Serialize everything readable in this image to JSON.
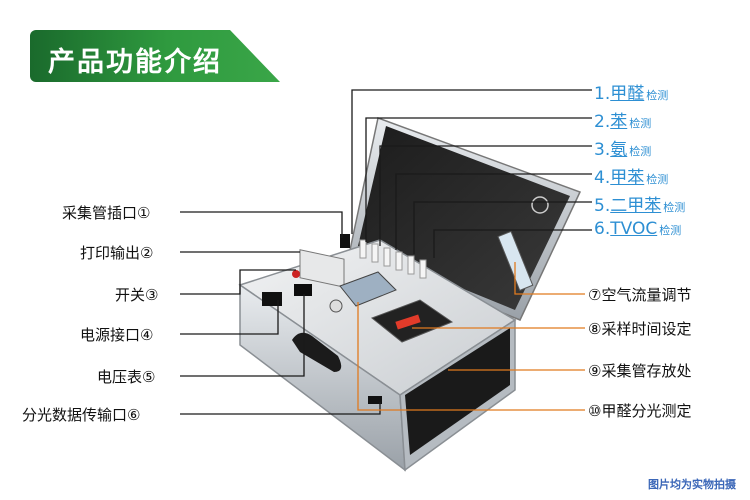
{
  "banner": {
    "title": "产品功能介绍"
  },
  "left_labels": [
    "采集管插口①",
    "打印输出②",
    "开关③",
    "电源接口④",
    "电压表⑤",
    "分光数据传输口⑥"
  ],
  "detect_labels": [
    {
      "num": "1.",
      "name": "甲醛",
      "suffix": "检测"
    },
    {
      "num": "2.",
      "name": "苯",
      "suffix": "检测"
    },
    {
      "num": "3.",
      "name": "氨",
      "suffix": "检测"
    },
    {
      "num": "4.",
      "name": "甲苯",
      "suffix": "检测"
    },
    {
      "num": "5.",
      "name": "二甲苯",
      "suffix": "检测"
    },
    {
      "num": "6.",
      "name": "TVOC",
      "suffix": "检测"
    }
  ],
  "right_labels": [
    "⑦空气流量调节",
    "⑧采样时间设定",
    "⑨采集管存放处",
    "⑩甲醛分光测定"
  ],
  "footer": {
    "note": "图片均为实物拍摄"
  },
  "colors": {
    "banner_green": "#2f9a3f",
    "detect_blue": "#2d8fd3",
    "line_dark": "#1a1a1a",
    "line_orange": "#e07a1f"
  }
}
